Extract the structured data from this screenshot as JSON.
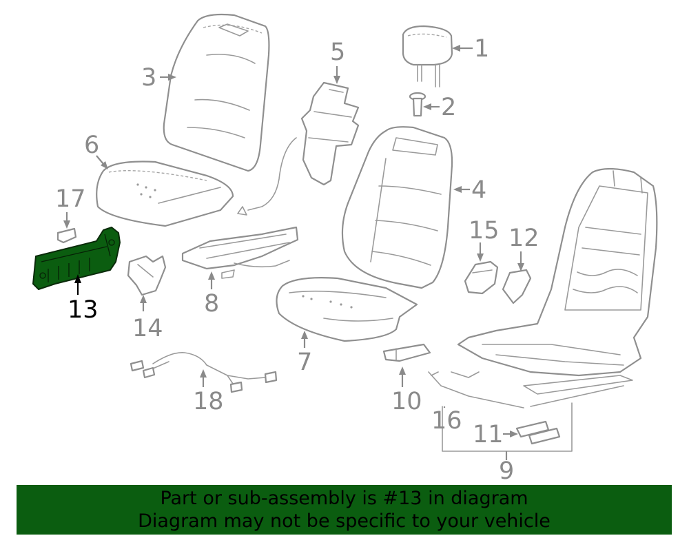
{
  "diagram": {
    "highlighted_part": "13",
    "callouts": [
      "1",
      "2",
      "3",
      "4",
      "5",
      "6",
      "7",
      "8",
      "9",
      "10",
      "11",
      "12",
      "13",
      "14",
      "15",
      "16",
      "17",
      "18"
    ]
  },
  "banner": {
    "line1": "Part or sub-assembly is #13 in diagram",
    "line2": "Diagram may not be specific to your vehicle",
    "color": "#0b5d10"
  }
}
